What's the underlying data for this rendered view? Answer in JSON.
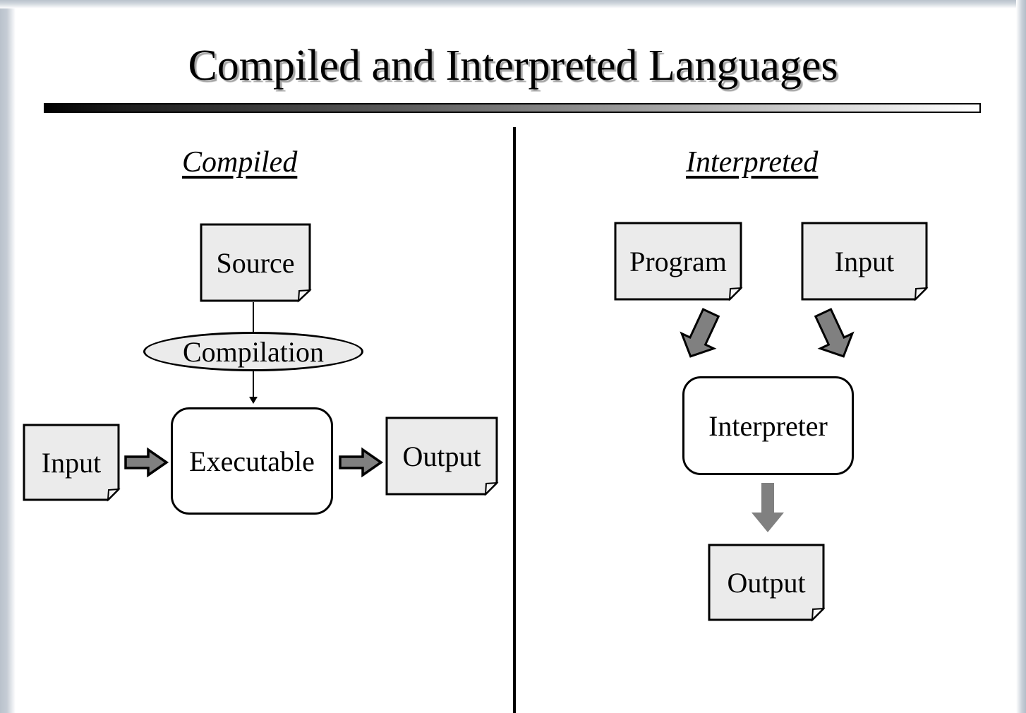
{
  "slide": {
    "title": "Compiled and Interpreted Languages",
    "accent_color": "#000000",
    "shape_fill": "#ebebeb",
    "arrow_fill": "#808080",
    "background": "#ffffff"
  },
  "columns": {
    "left": {
      "heading": "Compiled",
      "nodes": {
        "source": "Source",
        "compilation": "Compilation",
        "input": "Input",
        "executable": "Executable",
        "output": "Output"
      }
    },
    "right": {
      "heading": "Interpreted",
      "nodes": {
        "program": "Program",
        "input": "Input",
        "interpreter": "Interpreter",
        "output": "Output"
      }
    }
  },
  "chart_data": {
    "type": "diagram",
    "title": "Compiled and Interpreted Languages",
    "panels": [
      {
        "name": "Compiled",
        "nodes": [
          {
            "id": "source",
            "label": "Source",
            "shape": "document",
            "fill": "#ebebeb"
          },
          {
            "id": "compilation",
            "label": "Compilation",
            "shape": "ellipse",
            "fill": "#ebebeb"
          },
          {
            "id": "input",
            "label": "Input",
            "shape": "document",
            "fill": "#ebebeb"
          },
          {
            "id": "executable",
            "label": "Executable",
            "shape": "rounded-rect",
            "fill": "#ffffff"
          },
          {
            "id": "output",
            "label": "Output",
            "shape": "document",
            "fill": "#ebebeb"
          }
        ],
        "edges": [
          {
            "from": "source",
            "to": "compilation",
            "style": "thin-line"
          },
          {
            "from": "compilation",
            "to": "executable",
            "style": "thin-arrow"
          },
          {
            "from": "input",
            "to": "executable",
            "style": "block-arrow-right"
          },
          {
            "from": "executable",
            "to": "output",
            "style": "block-arrow-right"
          }
        ]
      },
      {
        "name": "Interpreted",
        "nodes": [
          {
            "id": "program",
            "label": "Program",
            "shape": "document",
            "fill": "#ebebeb"
          },
          {
            "id": "input",
            "label": "Input",
            "shape": "document",
            "fill": "#ebebeb"
          },
          {
            "id": "interpreter",
            "label": "Interpreter",
            "shape": "rounded-rect",
            "fill": "#ffffff"
          },
          {
            "id": "output",
            "label": "Output",
            "shape": "document",
            "fill": "#ebebeb"
          }
        ],
        "edges": [
          {
            "from": "program",
            "to": "interpreter",
            "style": "block-arrow-diagonal-down-right"
          },
          {
            "from": "input",
            "to": "interpreter",
            "style": "block-arrow-diagonal-down-left"
          },
          {
            "from": "interpreter",
            "to": "output",
            "style": "block-arrow-down"
          }
        ]
      }
    ]
  }
}
